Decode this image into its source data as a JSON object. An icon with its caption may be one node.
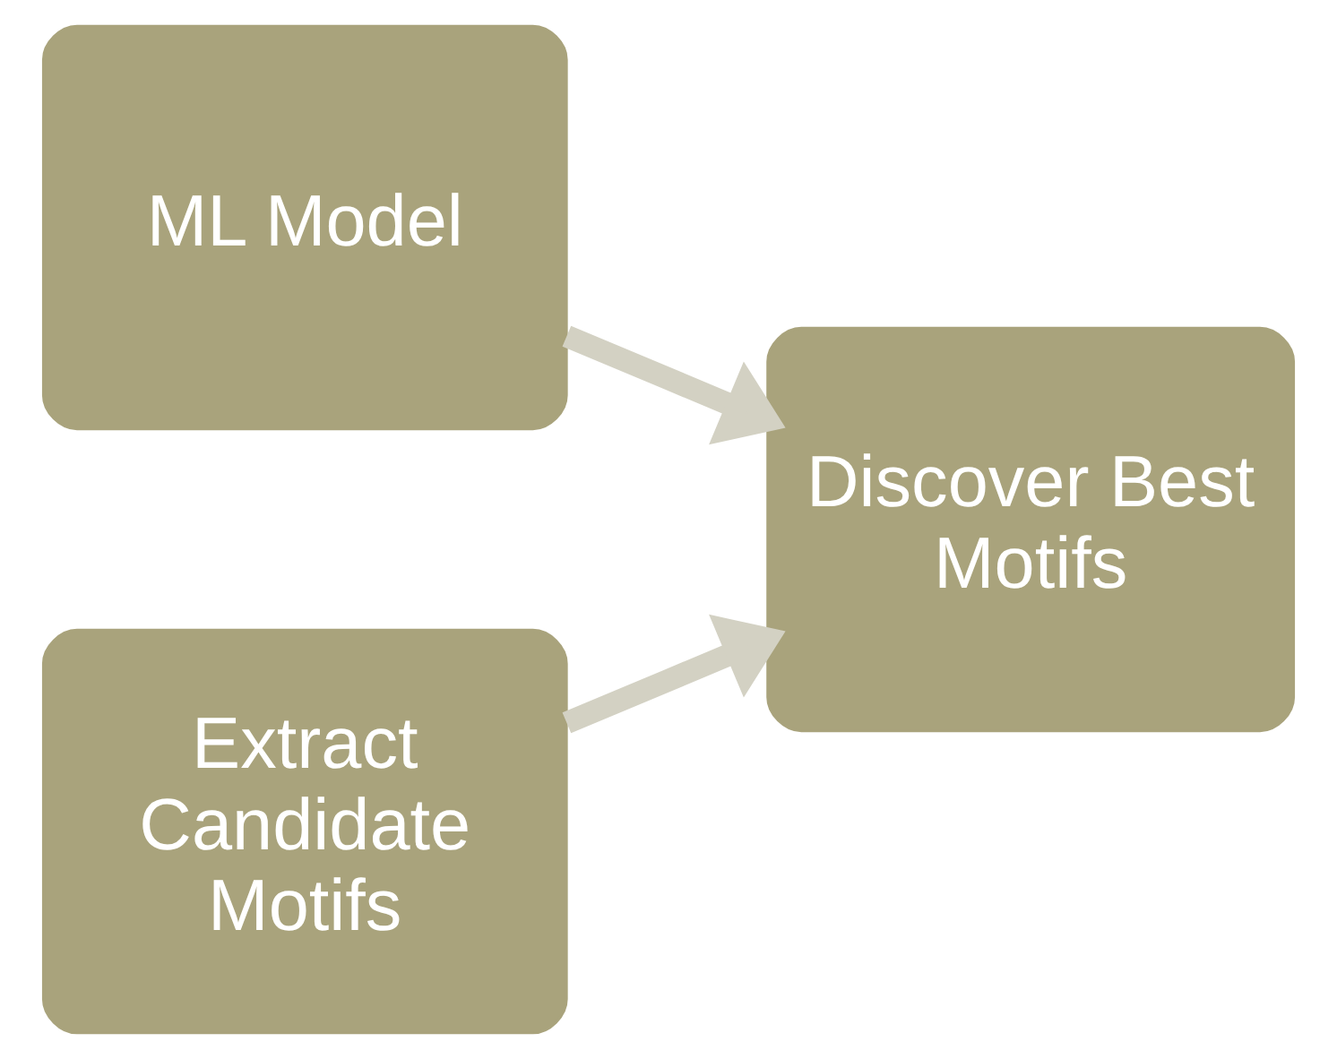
{
  "diagram": {
    "nodes": [
      {
        "text": [
          "ML Model"
        ]
      },
      {
        "text": [
          "Discover Best Motifs"
        ]
      },
      {
        "text": [
          "Extract Candidate Motifs"
        ]
      }
    ],
    "edges": [
      {
        "from": 0,
        "to": 1,
        "arrow": "to"
      },
      {
        "from": 2,
        "to": 1,
        "arrow": "to"
      }
    ]
  }
}
